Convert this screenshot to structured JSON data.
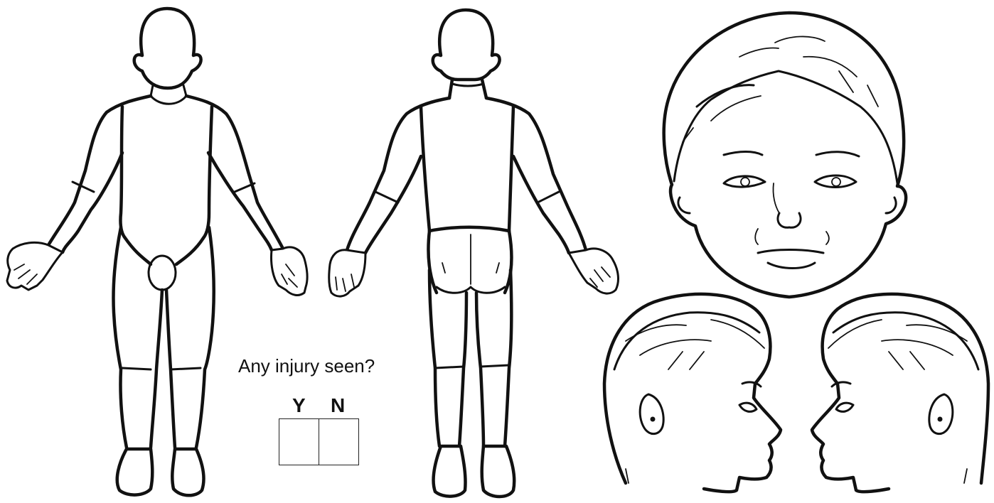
{
  "form": {
    "question": "Any injury seen?",
    "yes_label": "Y",
    "no_label": "N",
    "yes_checked": false,
    "no_checked": false
  },
  "figures": [
    "body-front",
    "body-back",
    "face-front",
    "head-left-profile",
    "head-right-profile"
  ]
}
